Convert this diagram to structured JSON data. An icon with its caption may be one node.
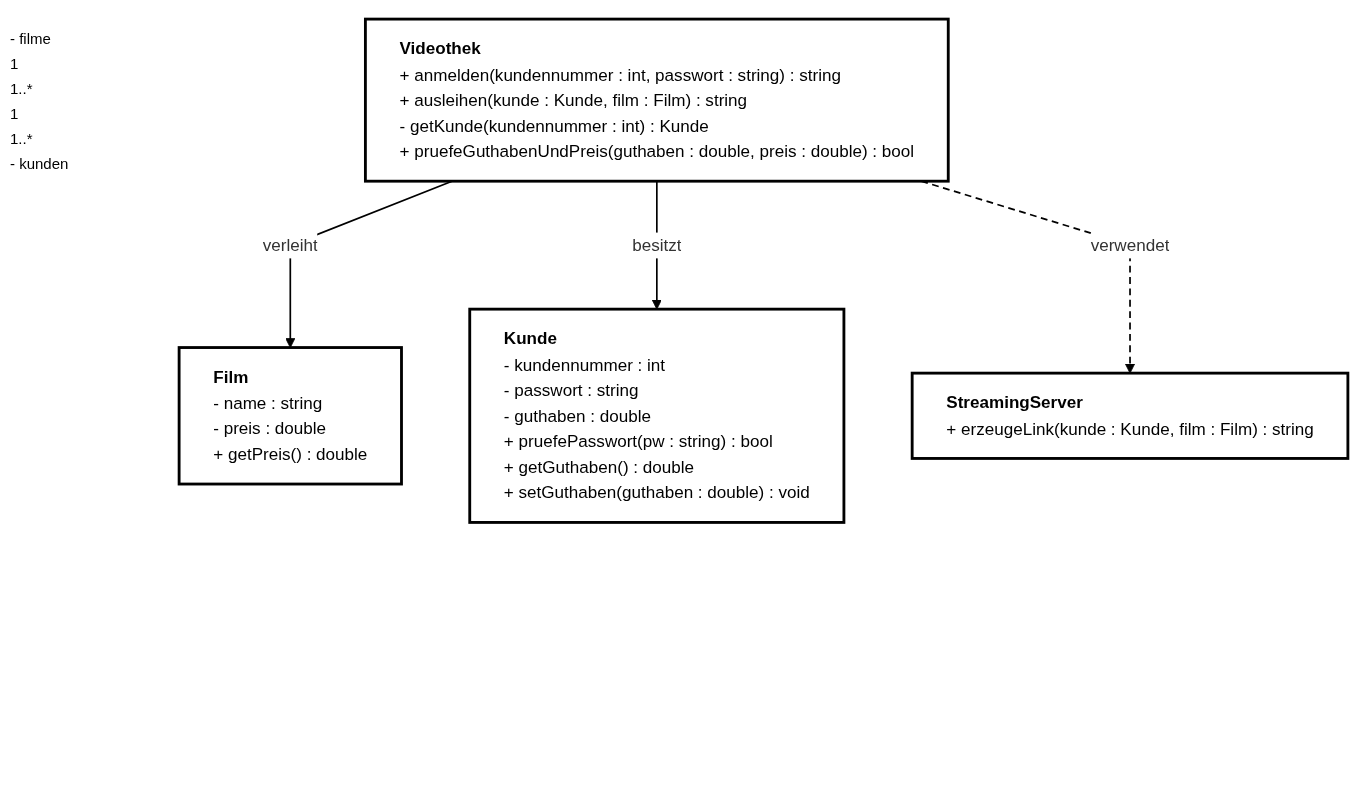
{
  "diagram": {
    "nodes": [
      {
        "text": [
          "Videothek",
          "+ anmelden(kundennummer : int, passwort : string) : string",
          "+ ausleihen(kunde : Kunde, film : Film) : string",
          "- getKunde(kundennummer : int) : Kunde",
          "+ pruefeGuthabenUndPreis(guthaben : double, preis : double) : bool"
        ]
      },
      {
        "text": [
          "Film",
          "- name : string",
          "- preis : double",
          "+ getPreis() : double"
        ]
      },
      {
        "text": [
          "Kunde",
          "- kundennummer : int",
          "- passwort : string",
          "- guthaben : double",
          "+ pruefePasswort(pw : string) : bool",
          "+ getGuthaben() : double",
          "+ setGuthaben(guthaben : double) : void"
        ]
      },
      {
        "text": [
          "StreamingServer",
          "+ erzeugeLink(kunde : Kunde, film : Film) : string"
        ]
      }
    ],
    "edges": [
      {
        "from": 0,
        "to": 1,
        "arrow": "to",
        "label": "verleiht"
      },
      {
        "from": 0,
        "to": 2,
        "arrow": "to",
        "label": "besitzt"
      },
      {
        "from": 0,
        "to": 3,
        "arrow": "to",
        "label": "verwendet",
        "style": "dashed"
      }
    ],
    "labels": [
      "- filme",
      "1",
      "1..*",
      "1",
      "1..*",
      "- kunden"
    ]
  }
}
